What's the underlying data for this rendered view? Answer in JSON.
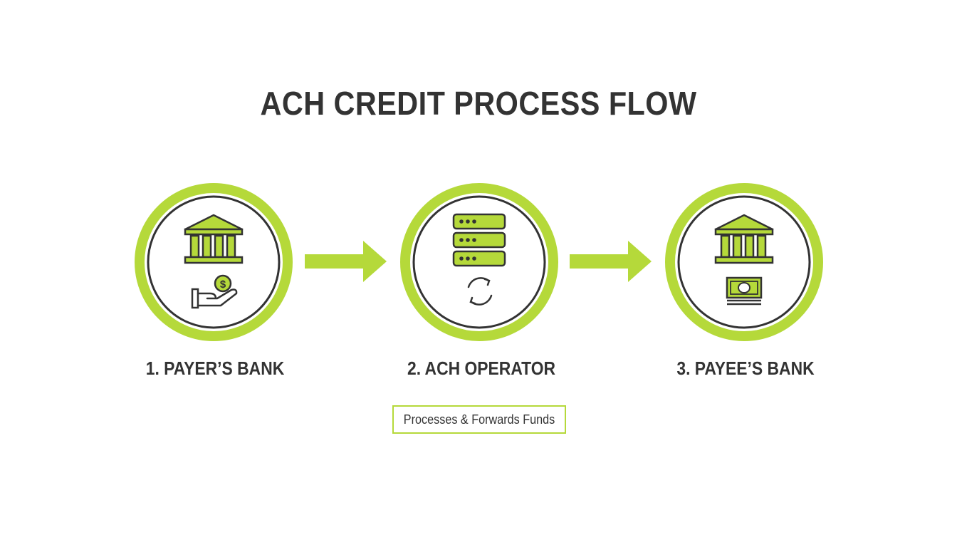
{
  "title": "ACH CREDIT PROCESS FLOW",
  "colors": {
    "accent": "#b5d93a",
    "dark": "#333333",
    "background": "#ffffff"
  },
  "steps": [
    {
      "label": "1. PAYER’S BANK",
      "icons": [
        "bank-icon",
        "hand-coin-icon"
      ]
    },
    {
      "label": "2. ACH OPERATOR",
      "icons": [
        "server-icon",
        "sync-icon"
      ]
    },
    {
      "label": "3. PAYEE’S BANK",
      "icons": [
        "bank-icon",
        "banknote-icon"
      ]
    }
  ],
  "connectors": [
    "arrow-right-icon",
    "arrow-right-icon"
  ],
  "note": "Processes & Forwards Funds"
}
